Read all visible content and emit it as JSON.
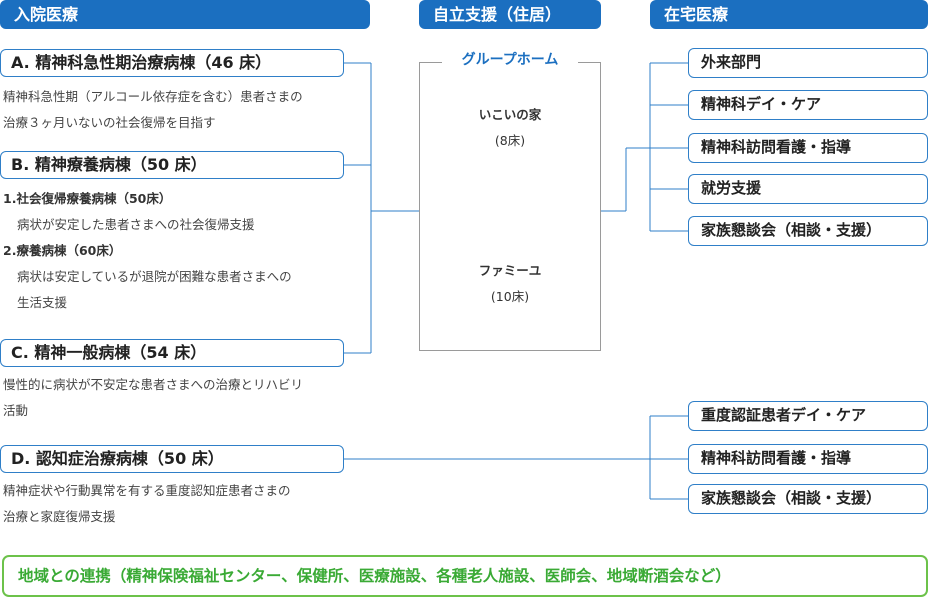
{
  "headers": {
    "inpatient": "入院医療",
    "independence": "自立支援（住居）",
    "home_care": "在宅医療"
  },
  "wards": [
    {
      "name": "A. 精神科急性期治療病棟（46 床）",
      "desc": [
        "精神科急性期（アルコール依存症を含む）患者さまの",
        "治療３ヶ月いないの社会復帰を目指す"
      ]
    },
    {
      "name": "B. 精神療養病棟（50 床）",
      "sub": [
        {
          "title": "1.社会復帰療養病棟（50床）",
          "lines": [
            "病状が安定した患者さまへの社会復帰支援"
          ]
        },
        {
          "title": "2.療養病棟（60床）",
          "lines": [
            "病状は安定しているが退院が困難な患者さまへの",
            "生活支援"
          ]
        }
      ]
    },
    {
      "name": "C. 精神一般病棟（54 床）",
      "desc": [
        "慢性的に病状が不安定な患者さまへの治療とリハビリ",
        "活動"
      ]
    },
    {
      "name": "D. 認知症治療病棟（50 床）",
      "desc": [
        "精神症状や行動異常を有する重度認知症患者さまの",
        "治療と家庭復帰支援"
      ]
    }
  ],
  "group_home": {
    "title": "グループホーム",
    "homes": [
      {
        "name": "いこいの家",
        "capacity": "(8床)"
      },
      {
        "name": "ファミーユ",
        "capacity": "(10床)"
      }
    ]
  },
  "home_services_top": [
    "外来部門",
    "精神科デイ・ケア",
    "精神科訪問看護・指導",
    "就労支援",
    "家族懇談会（相談・支援）"
  ],
  "home_services_bottom": [
    "重度認証患者デイ・ケア",
    "精神科訪問看護・指導",
    "家族懇談会（相談・支援）"
  ],
  "footer": "地域との連携（精神保険福祉センター、保健所、医療施設、各種老人施設、医師会、地域断酒会など）",
  "colors": {
    "header": "#1b6fc0",
    "box_border": "#2f7fc8",
    "connector": "#2f7fc8",
    "footer": "#6cc24a"
  }
}
